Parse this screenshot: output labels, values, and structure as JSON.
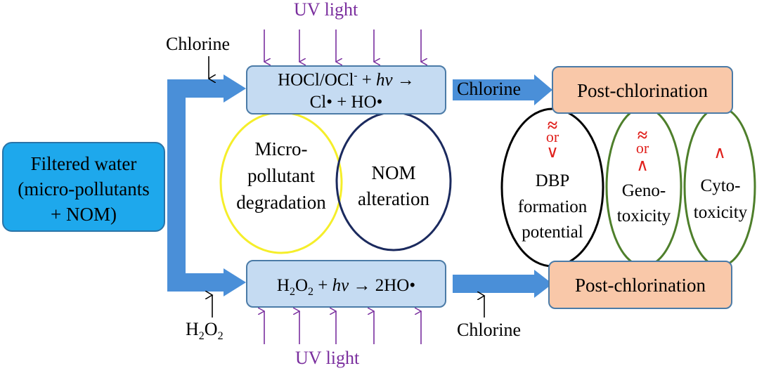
{
  "colors": {
    "flow_arrow": "#4a8fd8",
    "uv_arrow": "#7a2e9e",
    "blue_box": "#c5dbf2",
    "peach_box": "#f9c8a9",
    "filtered_box": "#1ea8ec",
    "yellow_ellipse": "#f5ee2a",
    "navy_ellipse": "#1b2a5e",
    "green_ellipse": "#4e7f2b",
    "relation_red": "#e0201c"
  },
  "source": {
    "line1": "Filtered water",
    "line2": "(micro-pollutants",
    "line3": "+ NOM)"
  },
  "top_branch": {
    "uv_label": "UV light",
    "oxidant_label": "Chlorine",
    "reaction_line1_a": "HOCl/OCl",
    "reaction_line1_sup": "-",
    "reaction_line1_b": " + ",
    "reaction_line1_hv": "hv",
    "reaction_line1_c": " →",
    "reaction_line2": "Cl• + HO•",
    "post_arrow_label": "Chlorine",
    "post_label": "Post-chlorination"
  },
  "bottom_branch": {
    "uv_label": "UV light",
    "oxidant_h": "H",
    "oxidant_sub1": "2",
    "oxidant_o": "O",
    "oxidant_sub2": "2",
    "reaction_h": "H",
    "reaction_sub1": "2",
    "reaction_o": "O",
    "reaction_sub2": "2",
    "reaction_mid": " + ",
    "reaction_hv": "hv",
    "reaction_end": " → 2HO•",
    "post_arrow_label": "Chlorine",
    "post_label": "Post-chlorination"
  },
  "effects": {
    "micropollutant": [
      "Micro-",
      "pollutant",
      "degradation"
    ],
    "nom": [
      "NOM",
      "alteration"
    ]
  },
  "outcomes": {
    "dbp": {
      "symbols": [
        "≈",
        "or",
        "∨"
      ],
      "lines": [
        "DBP",
        "formation",
        "potential"
      ]
    },
    "genotoxicity": {
      "symbols": [
        "≈",
        "or",
        "∧"
      ],
      "lines": [
        "Geno-",
        "toxicity"
      ]
    },
    "cytotoxicity": {
      "symbols": [
        "∧"
      ],
      "lines": [
        "Cyto-",
        "toxicity"
      ]
    }
  }
}
